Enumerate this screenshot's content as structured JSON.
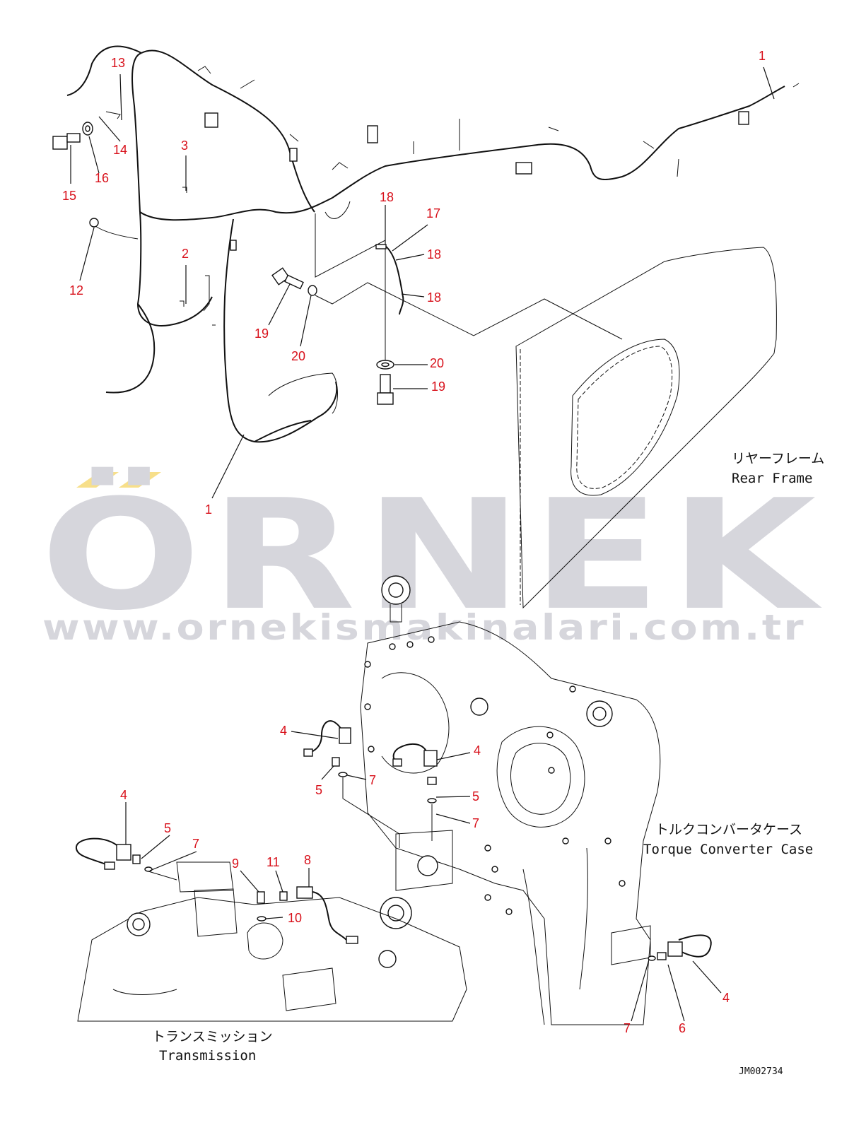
{
  "drawing_code": "JM002734",
  "watermark": {
    "brand": "ÖRNEK",
    "url": "www.ornekismakinalari.com.tr"
  },
  "captions": {
    "rear_frame_jp": "リヤーフレーム",
    "rear_frame_en": "Rear Frame",
    "torque_converter_jp": "トルクコンバータケース",
    "torque_converter_en": "Torque Converter Case",
    "transmission_jp": "トランスミッション",
    "transmission_en": "Transmission"
  },
  "callouts": {
    "c1_top": "1",
    "c1_bottom": "1",
    "c2": "2",
    "c3": "3",
    "c4_a": "4",
    "c4_b": "4",
    "c4_c": "4",
    "c4_d": "4",
    "c5_a": "5",
    "c5_b": "5",
    "c5_c": "5",
    "c6": "6",
    "c7_a": "7",
    "c7_b": "7",
    "c7_c": "7",
    "c7_d": "7",
    "c8": "8",
    "c9": "9",
    "c10": "10",
    "c11": "11",
    "c12": "12",
    "c13": "13",
    "c14": "14",
    "c15": "15",
    "c16": "16",
    "c17": "17",
    "c18_a": "18",
    "c18_b": "18",
    "c18_c": "18",
    "c19_a": "19",
    "c19_b": "19",
    "c20_a": "20",
    "c20_b": "20"
  },
  "colors": {
    "callout": "#d8101a",
    "watermark": "#d6d6dc",
    "watermark_accent": "#f7df8a",
    "line": "#111111"
  }
}
